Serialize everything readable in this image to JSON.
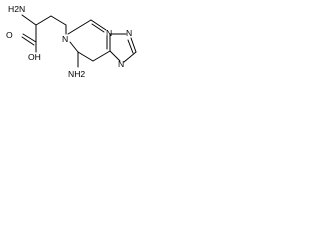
{
  "molecule": {
    "labels": {
      "amino_top": "H2N",
      "carboxyl_o": "O",
      "carboxyl_oh": "OH",
      "ring_n1": "N",
      "ring_n3": "N",
      "ring_n7": "N",
      "ring_n9": "N",
      "amino_bottom": "NH2"
    }
  }
}
